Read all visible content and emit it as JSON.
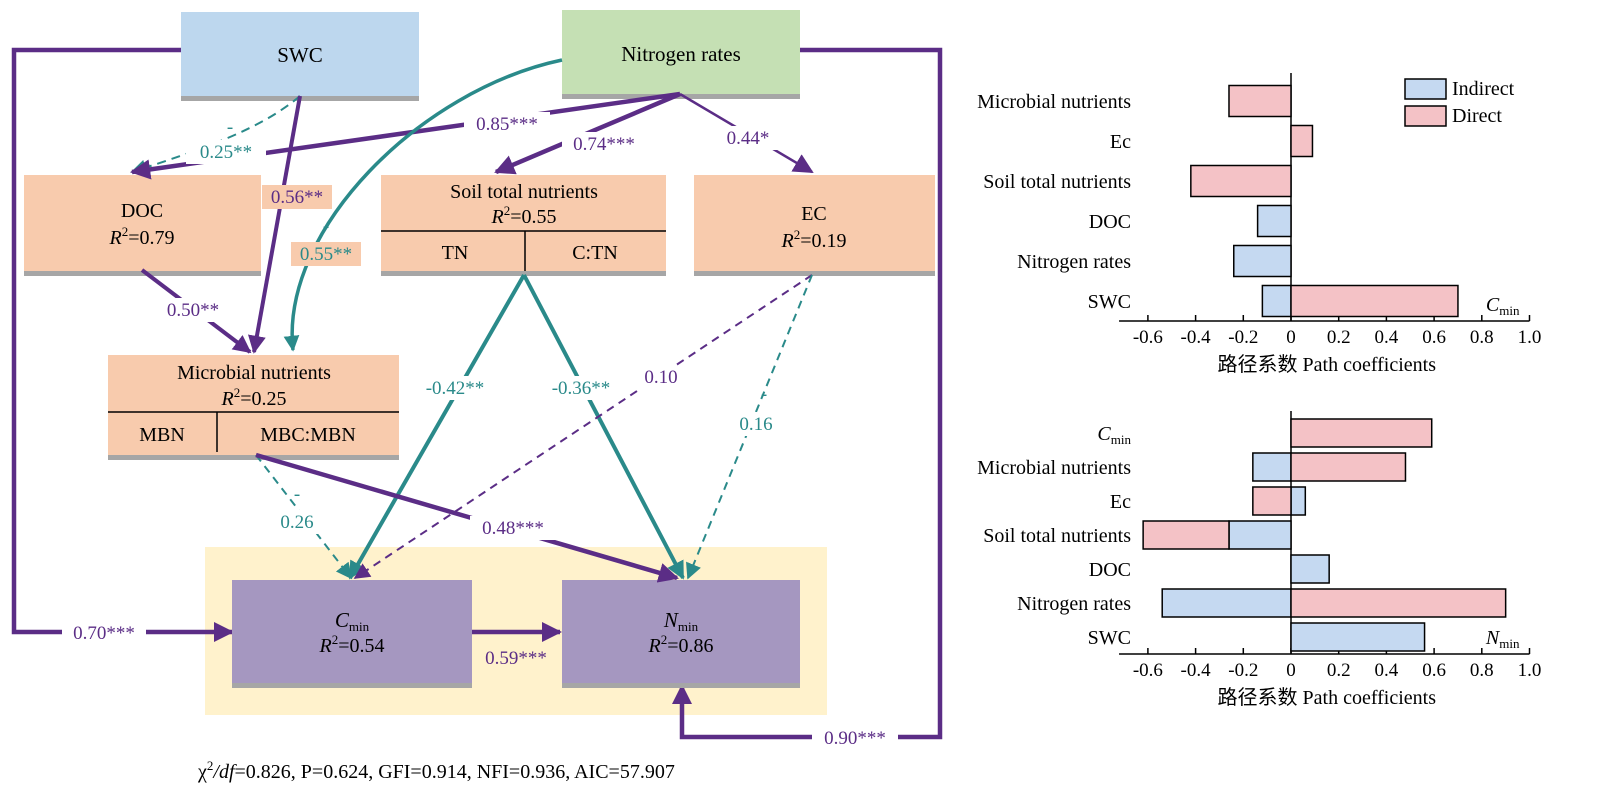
{
  "nodes": {
    "swc": {
      "label": "SWC",
      "fill": "#bdd7ee"
    },
    "nitrogen": {
      "label": "Nitrogen rates",
      "fill": "#c5e0b4"
    },
    "doc": {
      "label": "DOC",
      "r2_label": "R",
      "r2_sup": "2",
      "r2_value": "=0.79",
      "fill": "#f8cbad"
    },
    "stn": {
      "label": "Soil total nutrients",
      "r2_label": "R",
      "r2_sup": "2",
      "r2_value": "=0.55",
      "sub_left": "TN",
      "sub_right": "C:TN",
      "fill": "#f8cbad"
    },
    "ec": {
      "label": "EC",
      "r2_label": "R",
      "r2_sup": "2",
      "r2_value": "=0.19",
      "fill": "#f8cbad"
    },
    "microbial": {
      "label": "Microbial nutrients",
      "r2_label": "R",
      "r2_sup": "2",
      "r2_value": "=0.25",
      "sub_left": "MBN",
      "sub_right": "MBC:MBN",
      "fill": "#f8cbad"
    },
    "cmin": {
      "label_main": "C",
      "label_sub": "min",
      "r2_label": "R",
      "r2_sup": "2",
      "r2_value": "=0.54",
      "fill": "#a597c0"
    },
    "nmin": {
      "label_main": "N",
      "label_sub": "min",
      "r2_label": "R",
      "r2_sup": "2",
      "r2_value": "=0.86",
      "fill": "#a597c0"
    },
    "outcome_box_fill": "#fff2cc"
  },
  "paths": {
    "swc_doc": {
      "sign": "-",
      "value": "0.25**"
    },
    "swc_microbial": "0.56**",
    "nitrogen_doc": "0.85***",
    "nitrogen_stn": "0.74***",
    "nitrogen_ec": "0.44*",
    "nitrogen_microbial": {
      "sign": "-",
      "value": "0.55**"
    },
    "doc_microbial": "0.50**",
    "stn_cmin": "-0.42**",
    "stn_nmin": "-0.36**",
    "ec_cmin": "0.10",
    "ec_nmin": {
      "sign": "-",
      "value": "0.16"
    },
    "microbial_cmin": {
      "sign": "-",
      "value": "0.26"
    },
    "microbial_nmin": "0.48***",
    "swc_cmin": "0.70***",
    "cmin_nmin": "0.59***",
    "nitrogen_nmin": "0.90***"
  },
  "colors": {
    "positive": "#5b2d86",
    "negative": "#2a8a8a",
    "box_shadow": "#a6a6a6"
  },
  "fit_stats": {
    "chi": "χ",
    "chi_sup": "2",
    "df": "/df",
    "rest": "=0.826, P=0.624, GFI=0.914, NFI=0.936, AIC=57.907"
  },
  "chart_data": [
    {
      "type": "bar",
      "orientation": "horizontal",
      "stacked": true,
      "corner_label": {
        "main": "C",
        "sub": "min"
      },
      "categories": [
        "SWC",
        "Nitrogen rates",
        "DOC",
        "Soil total nutrients",
        "Ec",
        "Microbial nutrients"
      ],
      "series": [
        {
          "name": "Indirect",
          "color": "#c5d9f1",
          "values": [
            -0.12,
            -0.24,
            -0.14,
            0,
            0,
            0
          ]
        },
        {
          "name": "Direct",
          "color": "#f4c2c6",
          "values": [
            0.7,
            0,
            0,
            -0.42,
            0.09,
            -0.26
          ]
        }
      ],
      "xticks": [
        "-0.6",
        "-0.4",
        "-0.2",
        "0",
        "0.2",
        "0.4",
        "0.6",
        "0.8",
        "1.0"
      ],
      "xlim": [
        -0.7,
        1.0
      ],
      "xlabel": "路径系数 Path coefficients",
      "legend": "top-right"
    },
    {
      "type": "bar",
      "orientation": "horizontal",
      "stacked": true,
      "corner_label": {
        "main": "N",
        "sub": "min"
      },
      "categories": [
        "SWC",
        "Nitrogen rates",
        "DOC",
        "Soil total nutrients",
        "Ec",
        "Microbial nutrients",
        "Cmin"
      ],
      "category_labels": [
        {
          "main": "SWC"
        },
        {
          "main": "Nitrogen rates"
        },
        {
          "main": "DOC"
        },
        {
          "main": "Soil total nutrients"
        },
        {
          "main": "Ec"
        },
        {
          "main": "Microbial nutrients"
        },
        {
          "main": "C",
          "sub": "min"
        }
      ],
      "series": [
        {
          "name": "Indirect",
          "color": "#c5d9f1",
          "values": [
            0.56,
            -0.54,
            0.16,
            -0.26,
            0.06,
            -0.16,
            0
          ]
        },
        {
          "name": "Direct",
          "color": "#f4c2c6",
          "values": [
            0,
            0.9,
            0,
            -0.36,
            -0.16,
            0.48,
            0.59
          ]
        }
      ],
      "xticks": [
        "-0.6",
        "-0.4",
        "-0.2",
        "0",
        "0.2",
        "0.4",
        "0.6",
        "0.8",
        "1.0"
      ],
      "xlim": [
        -0.7,
        1.0
      ],
      "xlabel": "路径系数 Path coefficients"
    }
  ]
}
